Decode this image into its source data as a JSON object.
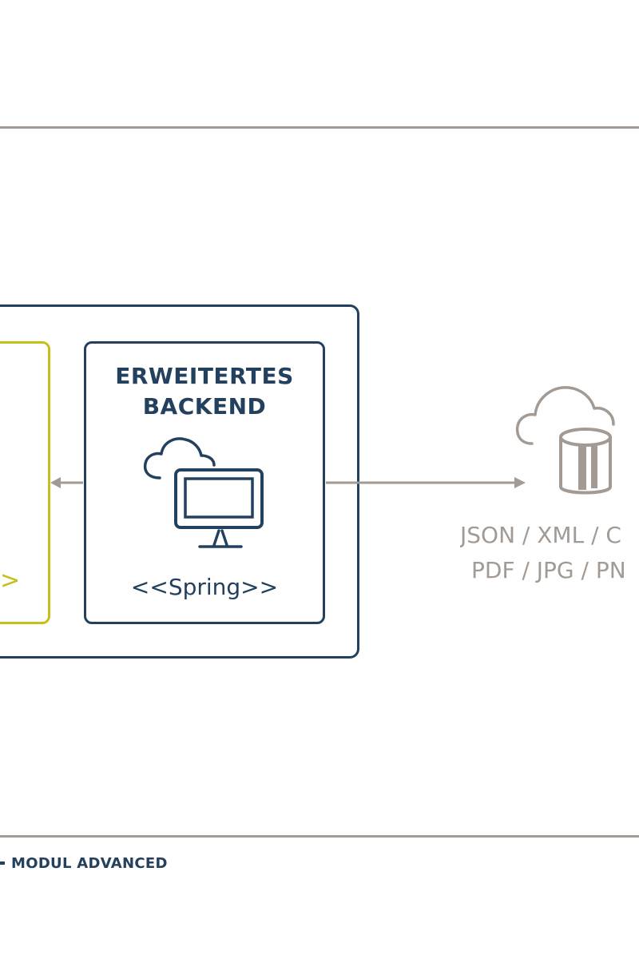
{
  "backend": {
    "title_line1": "ERWEITERTES",
    "title_line2": "BACKEND",
    "technology": "<<Spring>>"
  },
  "frontend": {
    "partial_text": ">"
  },
  "datastore": {
    "formats_line1": "JSON / XML / C",
    "formats_line2": "PDF / JPG / PN"
  },
  "legend": {
    "label": "MODUL ADVANCED"
  },
  "colors": {
    "navy": "#23405e",
    "yellow": "#c8be1a",
    "grey": "#a39a93"
  }
}
